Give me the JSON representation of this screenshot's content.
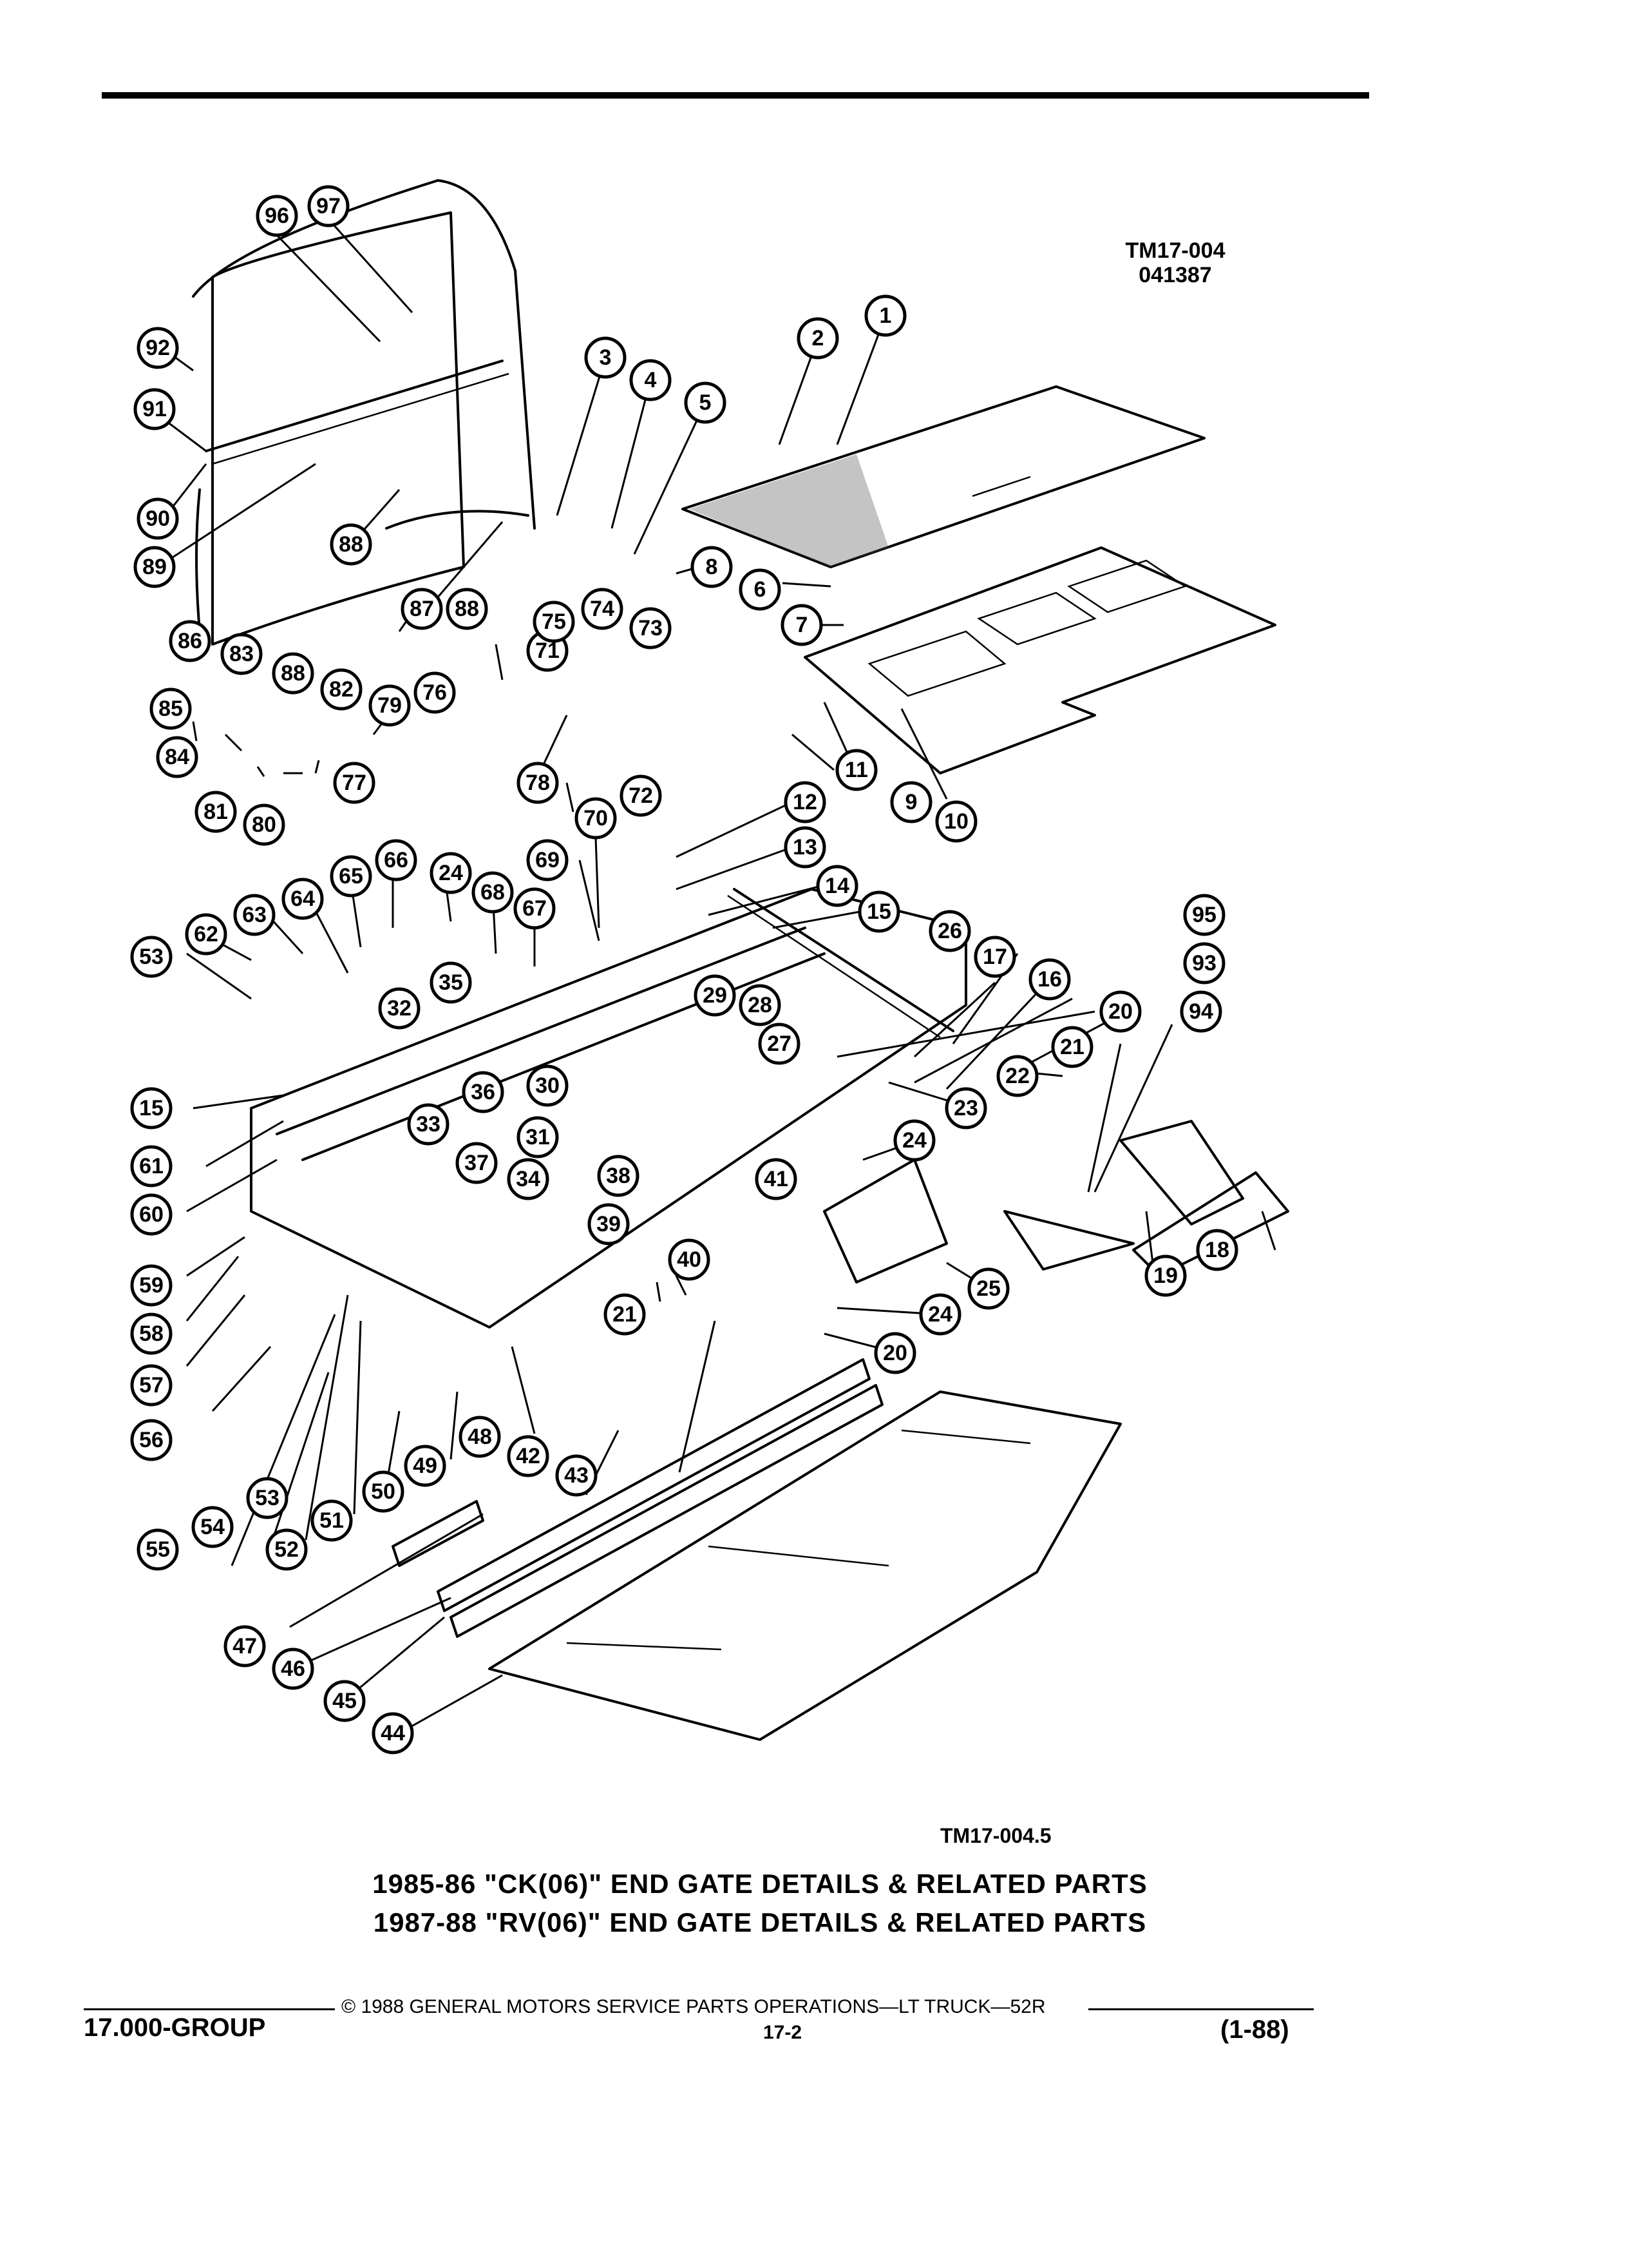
{
  "header": {
    "drawing_ref": "TM17-004",
    "drawing_date": "041387"
  },
  "figure": {
    "ref": "TM17-004.5",
    "caption_line1": "1985-86 \"CK(06)\" END GATE DETAILS & RELATED PARTS",
    "caption_line2": "1987-88 \"RV(06)\" END GATE DETAILS & RELATED PARTS"
  },
  "callouts": [
    "1",
    "2",
    "3",
    "4",
    "5",
    "6",
    "7",
    "8",
    "9",
    "10",
    "11",
    "12",
    "13",
    "14",
    "15",
    "15",
    "16",
    "17",
    "18",
    "19",
    "20",
    "20",
    "21",
    "21",
    "22",
    "23",
    "24",
    "24",
    "24",
    "25",
    "26",
    "27",
    "28",
    "29",
    "30",
    "31",
    "32",
    "33",
    "34",
    "35",
    "36",
    "37",
    "38",
    "39",
    "40",
    "41",
    "42",
    "43",
    "44",
    "45",
    "46",
    "47",
    "48",
    "49",
    "50",
    "51",
    "52",
    "53",
    "53",
    "54",
    "55",
    "56",
    "57",
    "58",
    "59",
    "60",
    "61",
    "62",
    "63",
    "64",
    "65",
    "66",
    "67",
    "68",
    "69",
    "70",
    "71",
    "72",
    "73",
    "74",
    "75",
    "76",
    "77",
    "78",
    "79",
    "80",
    "81",
    "82",
    "83",
    "84",
    "85",
    "86",
    "87",
    "88",
    "88",
    "88",
    "89",
    "90",
    "91",
    "92",
    "93",
    "94",
    "95",
    "96",
    "97"
  ],
  "footer": {
    "copyright": "© 1988 GENERAL MOTORS SERVICE PARTS OPERATIONS—LT TRUCK—52R",
    "group": "17.000-GROUP",
    "page": "17-2",
    "date_code": "(1-88)"
  }
}
